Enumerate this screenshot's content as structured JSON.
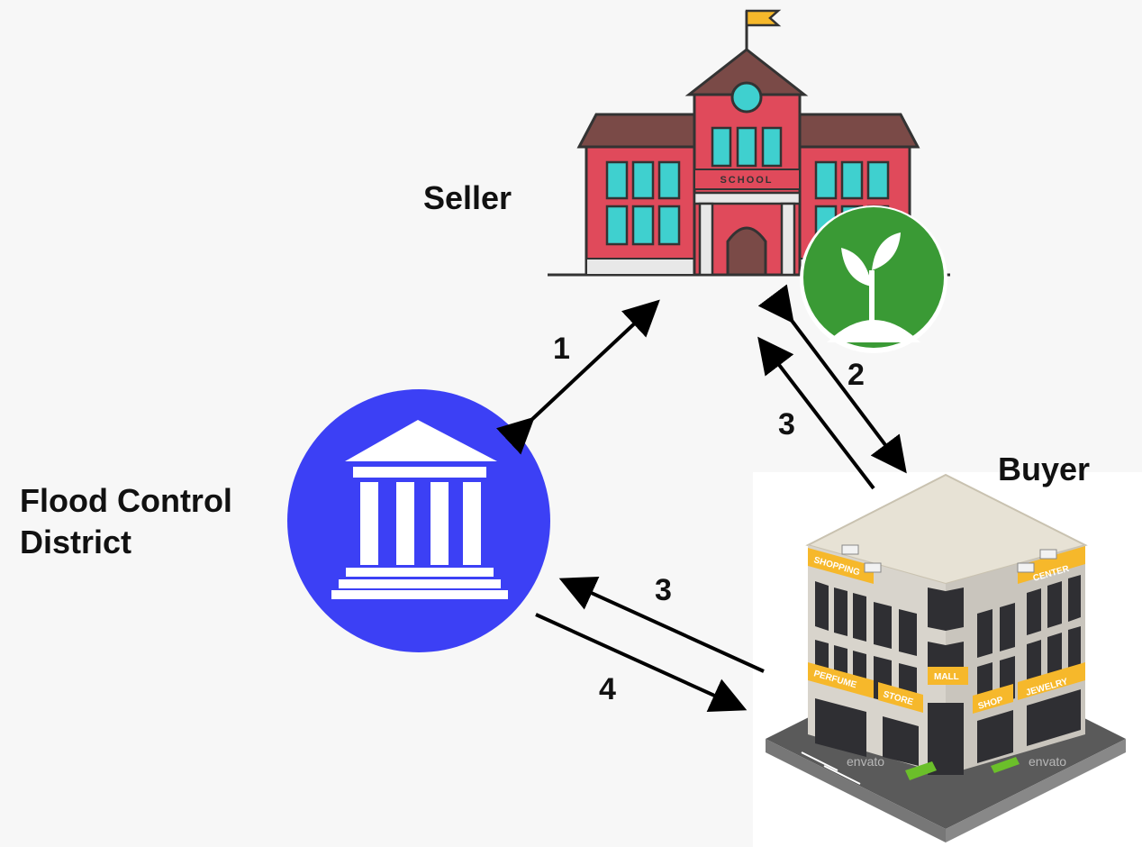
{
  "labels": {
    "seller": "Seller",
    "buyer": "Buyer",
    "district_line1": "Flood Control",
    "district_line2": "District"
  },
  "school_sign": "SCHOOL",
  "mall_signs": {
    "shopping": "SHOPPING",
    "center": "CENTER",
    "perfume": "PERFUME",
    "store": "STORE",
    "mall": "MALL",
    "shop": "SHOP",
    "jewelry": "JEWELRY"
  },
  "watermark": "envato",
  "steps": {
    "seller_district": "1",
    "seller_buyer_2": "2",
    "buyer_seller_3": "3",
    "buyer_district_3": "3",
    "district_buyer_4": "4"
  },
  "colors": {
    "background": "#f7f7f7",
    "district_circle": "#3c40f5",
    "school_wall": "#e04a5b",
    "school_roof": "#7a4a47",
    "school_window": "#3fd0cf",
    "eco_circle": "#3a9a35",
    "mall_sign": "#f6b82b",
    "arrow": "#000000"
  }
}
